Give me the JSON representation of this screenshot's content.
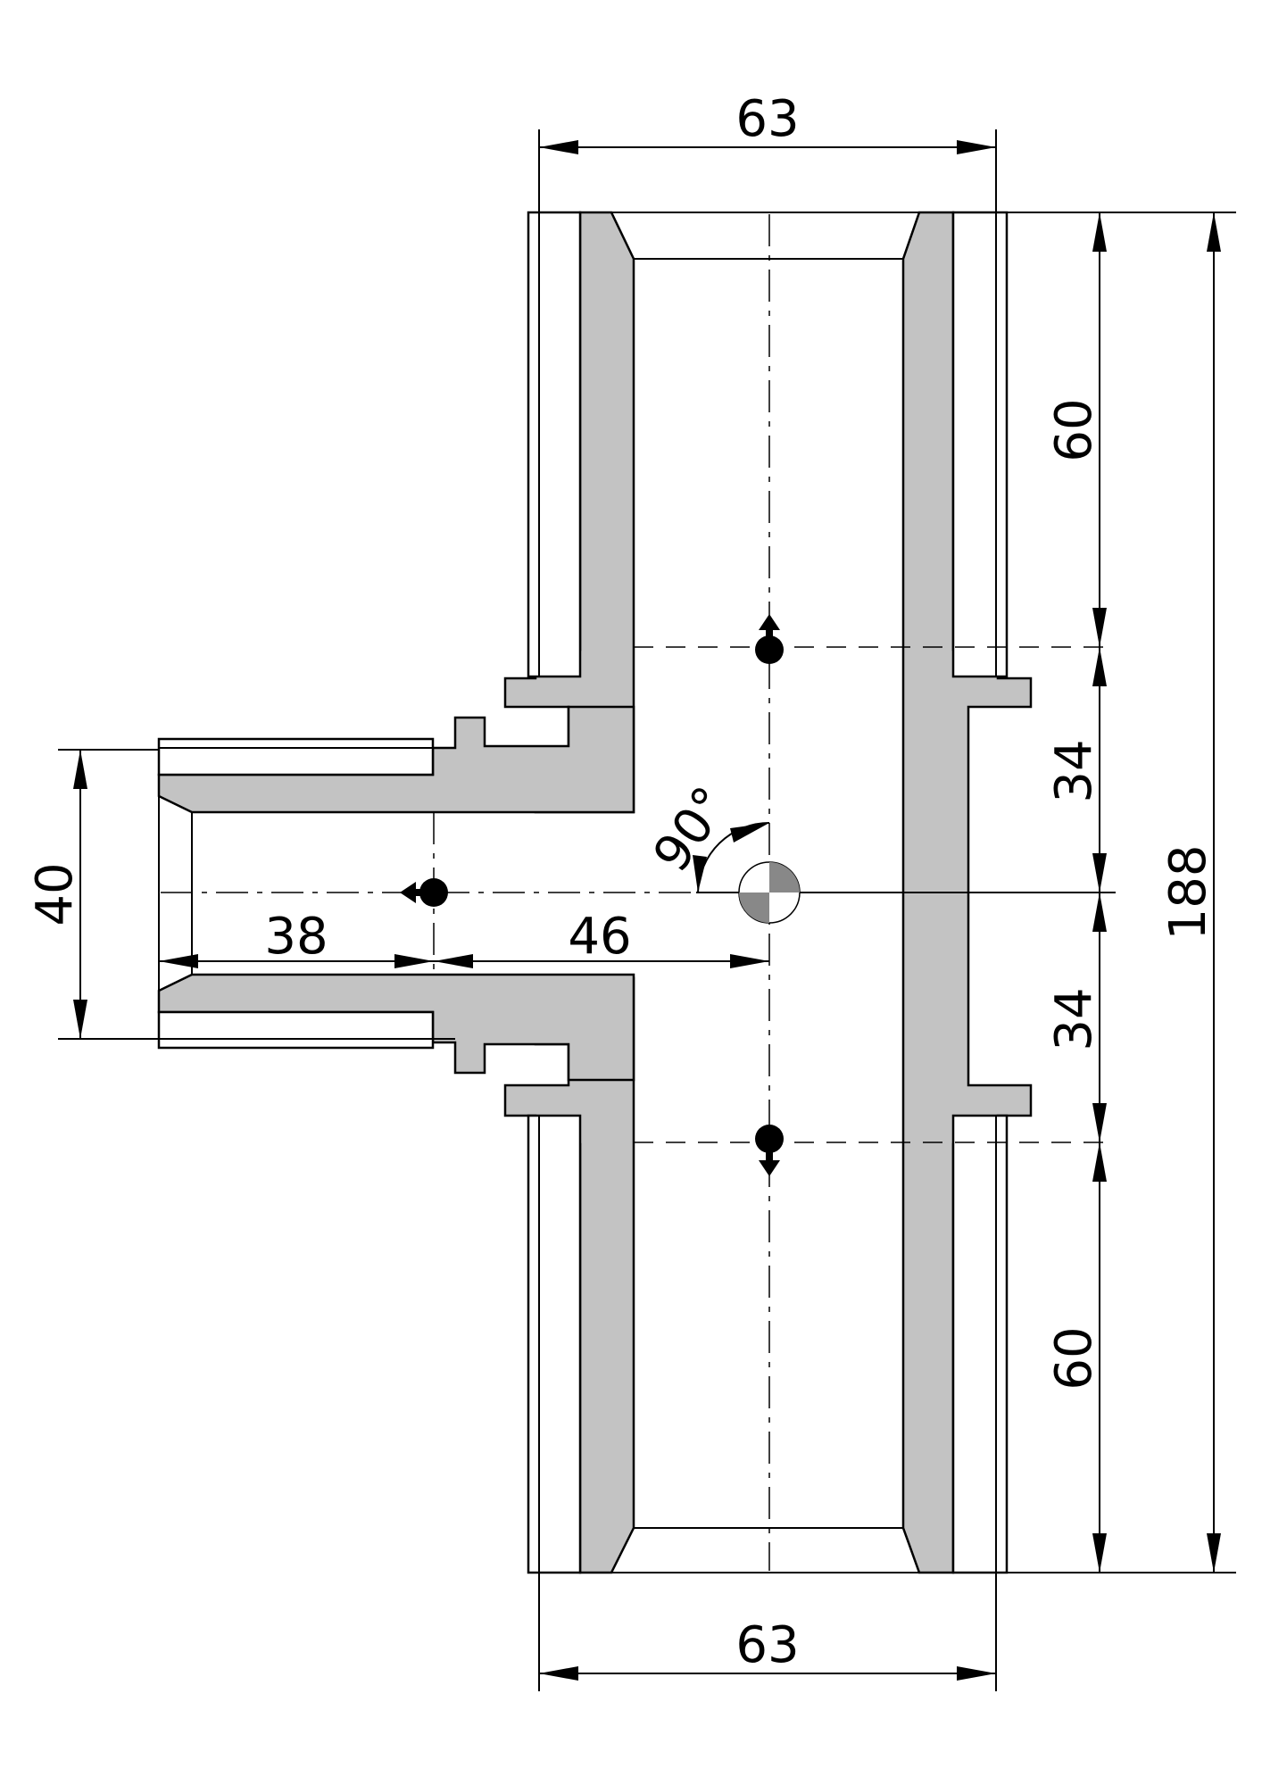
{
  "drawing": {
    "dimensions": {
      "top_width": "63",
      "bottom_width": "63",
      "upper_socket_depth": "60",
      "upper_offset": "34",
      "lower_offset": "34",
      "lower_socket_depth": "60",
      "overall_length": "188",
      "branch_diameter": "40",
      "branch_socket_depth": "38",
      "branch_offset": "46",
      "branch_angle": "90°"
    }
  }
}
